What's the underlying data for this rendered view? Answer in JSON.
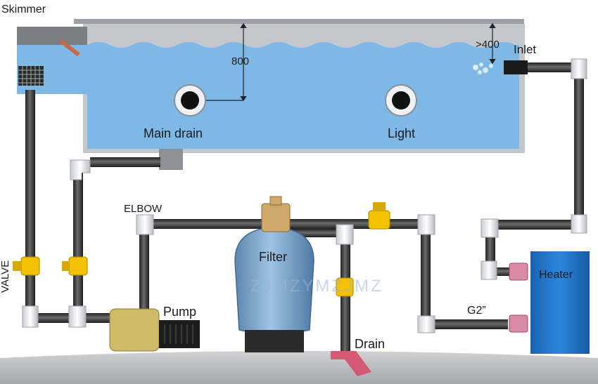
{
  "labels": {
    "skimmer": "Skimmer",
    "depth": "800",
    "inlet_depth": ">400",
    "inlet": "Inlet",
    "main_drain": "Main drain",
    "light": "Light",
    "elbow": "ELBOW",
    "valve": "VALVE",
    "filter": "Filter",
    "heater": "Heater",
    "pump": "Pump",
    "drain": "Drain",
    "pipe_size": "G2”"
  },
  "watermark": "ZJMZYMZJMZ",
  "colors": {
    "water": "#7db8e6",
    "pool_wall": "#b9bcc2",
    "pipe": "#3b3b3b",
    "pipe_fitting": "#e9ebee",
    "valve": "#f2c200",
    "filter_tank": "#78a2c8",
    "heater": "#1d6fc4",
    "pump": "#cdbb6a",
    "ground": "#b7b9bd",
    "drain": "#d45a74"
  }
}
